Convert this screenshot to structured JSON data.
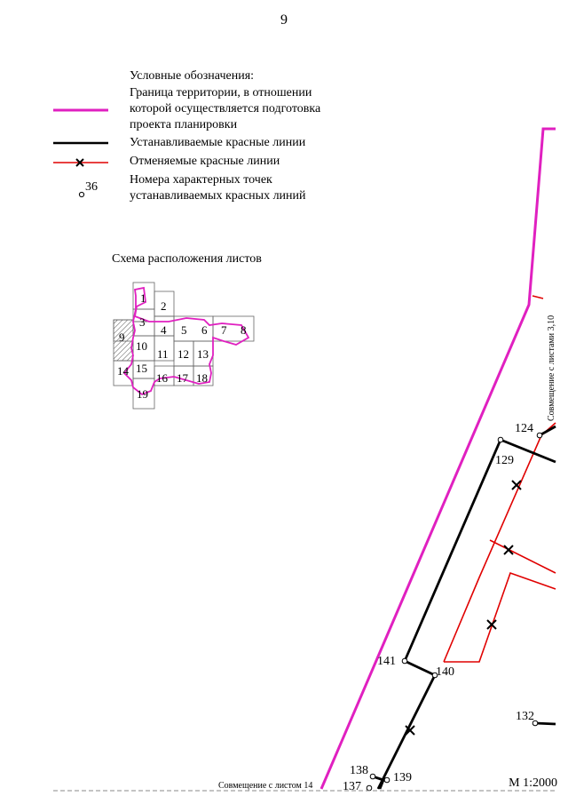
{
  "page_number": "9",
  "legend": {
    "title": "Условные обозначения:",
    "items": [
      {
        "text": "Граница территории, в отношении которой осуществляется подготовка проекта планировки",
        "color": "#e020c0"
      },
      {
        "text": "Устанавливаемые красные линии",
        "color": "#000000"
      },
      {
        "text": "Отменяемые красные линии",
        "color": "#e00000"
      },
      {
        "text": "Номера характерных точек устанавливаемых красных линий",
        "example": "36"
      }
    ],
    "boundary_lines": [
      "Граница территории, в отношении",
      "которой осуществляется подготовка",
      "проекта планировки"
    ],
    "points_lines": [
      "Номера характерных точек",
      "устанавливаемых красных линий"
    ]
  },
  "scheme": {
    "title": "Схема расположения листов",
    "sheets": [
      "1",
      "2",
      "3",
      "4",
      "5",
      "6",
      "7",
      "8",
      "9",
      "10",
      "11",
      "12",
      "13",
      "14",
      "15",
      "16",
      "17",
      "18",
      "19"
    ],
    "current_sheet": "9"
  },
  "points": [
    "124",
    "129",
    "141",
    "140",
    "132",
    "138",
    "139",
    "137"
  ],
  "labels": {
    "match_top": "Совмещение с листами 3,10",
    "match_bottom": "Совмещение с листом 14"
  },
  "scale": "М 1:2000"
}
